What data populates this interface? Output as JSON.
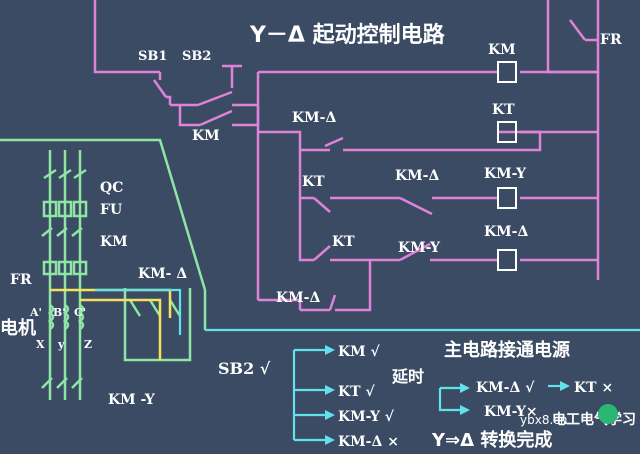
{
  "title": "Y－Δ 起动控制电路",
  "control": {
    "sb1": "SB1",
    "sb2": "SB2",
    "km_hold": "KM",
    "fr": "FR",
    "km_delta_1": "KM-Δ",
    "kt_nc": "KT",
    "km_delta_2": "KM-Δ",
    "kt_no": "KT",
    "km_y": "KM-Y",
    "km_delta_3": "KM-Δ"
  },
  "coils": [
    "KM",
    "KT",
    "KM-Y",
    "KM-Δ"
  ],
  "main": {
    "qc": "QC",
    "fu": "FU",
    "km": "KM",
    "fr": "FR",
    "km_delta": "KM- Δ",
    "motor": "电机",
    "km_y": "KM -Y",
    "terminals": [
      "A'",
      "B'",
      "C'",
      "X",
      "y",
      "Z"
    ]
  },
  "sequence": {
    "start": "SB2 √",
    "heading": "主电路接通电源",
    "step_km": "KM √",
    "step_kt": "KT √",
    "delay": "延时",
    "step_kmy": "KM-Y √",
    "step_kmd": "KM-Δ ×",
    "after_kmd": "KM-Δ √",
    "after_kt": "KT ×",
    "after_kmy": "KM-Y×",
    "final": "Y⇒Δ 转换完成"
  },
  "watermark": {
    "site": "ybx8.cn",
    "brand": "电工电气学习"
  },
  "colors": {
    "background": "#3a4b63",
    "control_wire": "#e083d8",
    "main_wire": "#8fe6a4",
    "sequence_line": "#62e0ec",
    "yellow_wire": "#f2e35a",
    "text": "#ffffff"
  }
}
